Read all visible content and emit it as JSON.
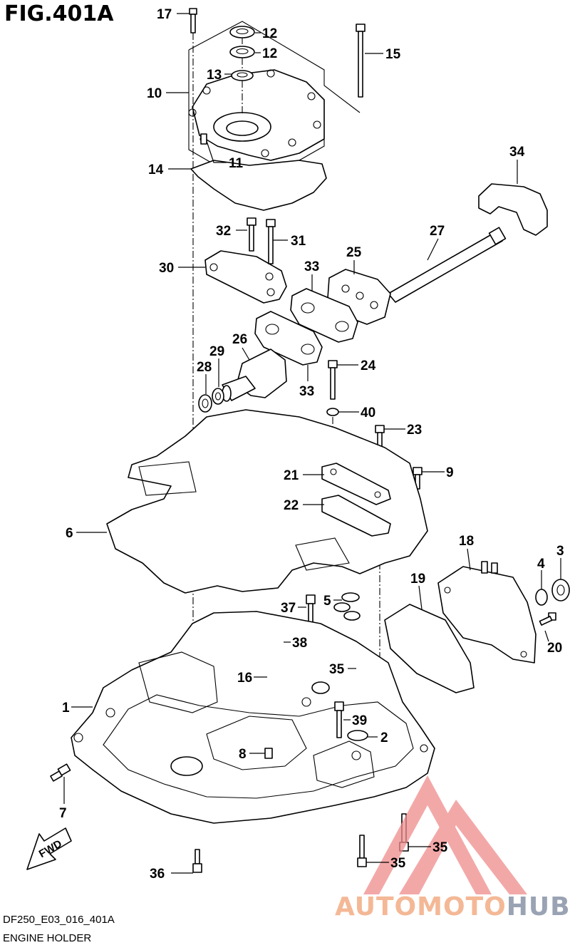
{
  "figure": {
    "title": "FIG.401A",
    "code": "DF250_E03_016_401A",
    "name": "ENGINE HOLDER",
    "fwd_label": "FWD"
  },
  "watermark": {
    "part1": "AUTOMOTO",
    "part2": "HUB",
    "color_main": "#f4b896",
    "color_accent": "#9aa3b3",
    "triangle_color": "#f08c8c"
  },
  "callouts": [
    {
      "id": "c17",
      "label": "17"
    },
    {
      "id": "c12a",
      "label": "12"
    },
    {
      "id": "c12b",
      "label": "12"
    },
    {
      "id": "c15",
      "label": "15"
    },
    {
      "id": "c13",
      "label": "13"
    },
    {
      "id": "c10",
      "label": "10"
    },
    {
      "id": "c11",
      "label": "11"
    },
    {
      "id": "c14",
      "label": "14"
    },
    {
      "id": "c34",
      "label": "34"
    },
    {
      "id": "c32",
      "label": "32"
    },
    {
      "id": "c31",
      "label": "31"
    },
    {
      "id": "c27",
      "label": "27"
    },
    {
      "id": "c25",
      "label": "25"
    },
    {
      "id": "c30",
      "label": "30"
    },
    {
      "id": "c33a",
      "label": "33"
    },
    {
      "id": "c26",
      "label": "26"
    },
    {
      "id": "c29",
      "label": "29"
    },
    {
      "id": "c28",
      "label": "28"
    },
    {
      "id": "c24",
      "label": "24"
    },
    {
      "id": "c33b",
      "label": "33"
    },
    {
      "id": "c40",
      "label": "40"
    },
    {
      "id": "c23",
      "label": "23"
    },
    {
      "id": "c9",
      "label": "9"
    },
    {
      "id": "c21",
      "label": "21"
    },
    {
      "id": "c22",
      "label": "22"
    },
    {
      "id": "c6",
      "label": "6"
    },
    {
      "id": "c18",
      "label": "18"
    },
    {
      "id": "c3",
      "label": "3"
    },
    {
      "id": "c4",
      "label": "4"
    },
    {
      "id": "c19",
      "label": "19"
    },
    {
      "id": "c5",
      "label": "5"
    },
    {
      "id": "c37",
      "label": "37"
    },
    {
      "id": "c38",
      "label": "38"
    },
    {
      "id": "c20",
      "label": "20"
    },
    {
      "id": "c16",
      "label": "16"
    },
    {
      "id": "c35a",
      "label": "35"
    },
    {
      "id": "c1",
      "label": "1"
    },
    {
      "id": "c39",
      "label": "39"
    },
    {
      "id": "c2",
      "label": "2"
    },
    {
      "id": "c8",
      "label": "8"
    },
    {
      "id": "c7",
      "label": "7"
    },
    {
      "id": "c35b",
      "label": "35"
    },
    {
      "id": "c36",
      "label": "36"
    },
    {
      "id": "c35c",
      "label": "35"
    }
  ]
}
